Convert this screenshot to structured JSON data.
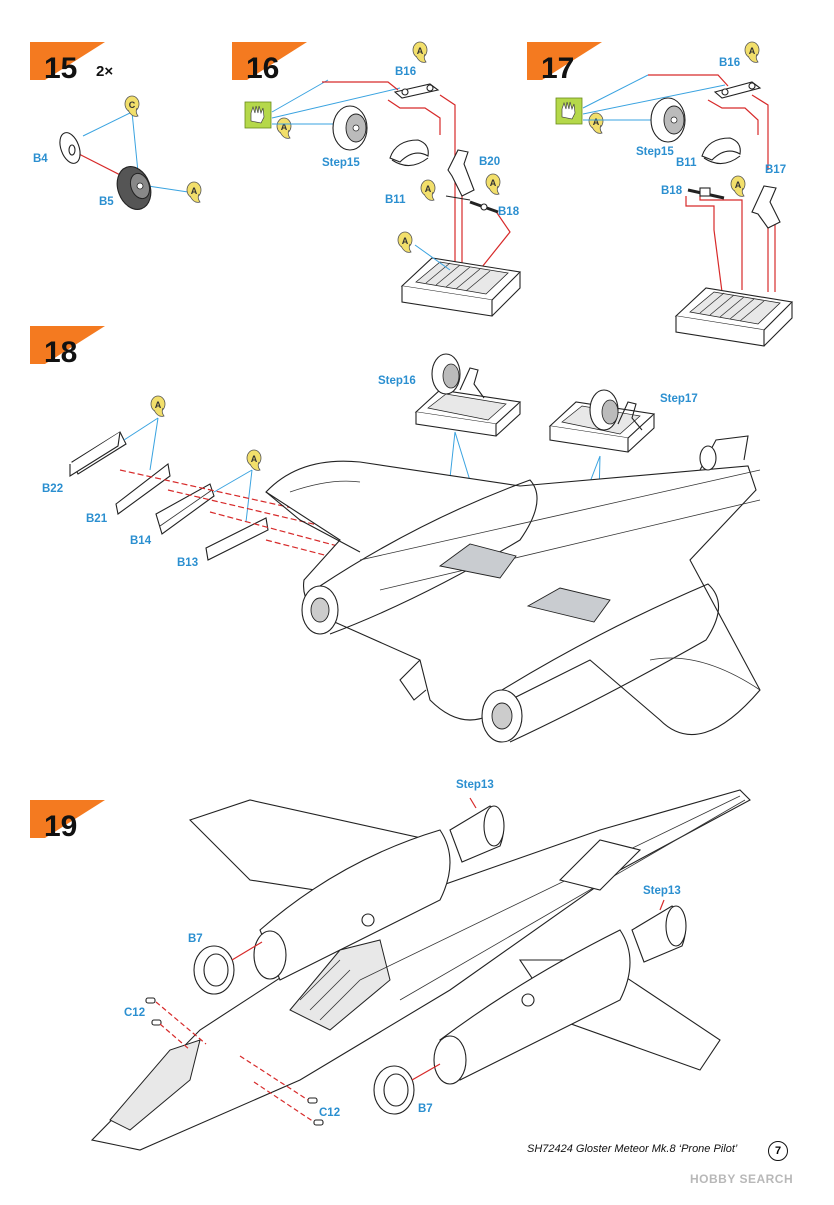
{
  "steps": {
    "s15": {
      "number": "15",
      "qty": "2×",
      "parts": [
        "B4",
        "B5"
      ],
      "paints": [
        "C",
        "A"
      ]
    },
    "s16": {
      "number": "16",
      "parts": [
        "B16",
        "B11",
        "B20",
        "B18"
      ],
      "ref": "Step15",
      "paints": [
        "A",
        "A",
        "A",
        "A",
        "A"
      ]
    },
    "s17": {
      "number": "17",
      "parts": [
        "B16",
        "B11",
        "B17",
        "B18"
      ],
      "ref": "Step15",
      "paints": [
        "A",
        "A",
        "A"
      ]
    },
    "s18": {
      "number": "18",
      "parts": [
        "B22",
        "B21",
        "B14",
        "B13"
      ],
      "refs": [
        "Step16",
        "Step17"
      ],
      "paints": [
        "A",
        "A"
      ]
    },
    "s19": {
      "number": "19",
      "parts": [
        "B7",
        "C12",
        "C12",
        "B7"
      ],
      "refs": [
        "Step13",
        "Step13"
      ]
    }
  },
  "footer": {
    "title": "SH72424  Gloster Meteor Mk.8 ‘Prone Pilot’",
    "page": "7"
  },
  "watermark": "HOBBY SEARCH",
  "colors": {
    "step_banner": "#f47a20",
    "part_label": "#2b8fd0",
    "arrow": "#d72a2a",
    "guide": "#3aa3e0",
    "paint_badge": "#f2df6b",
    "glove_badge": "#b5d84a"
  }
}
